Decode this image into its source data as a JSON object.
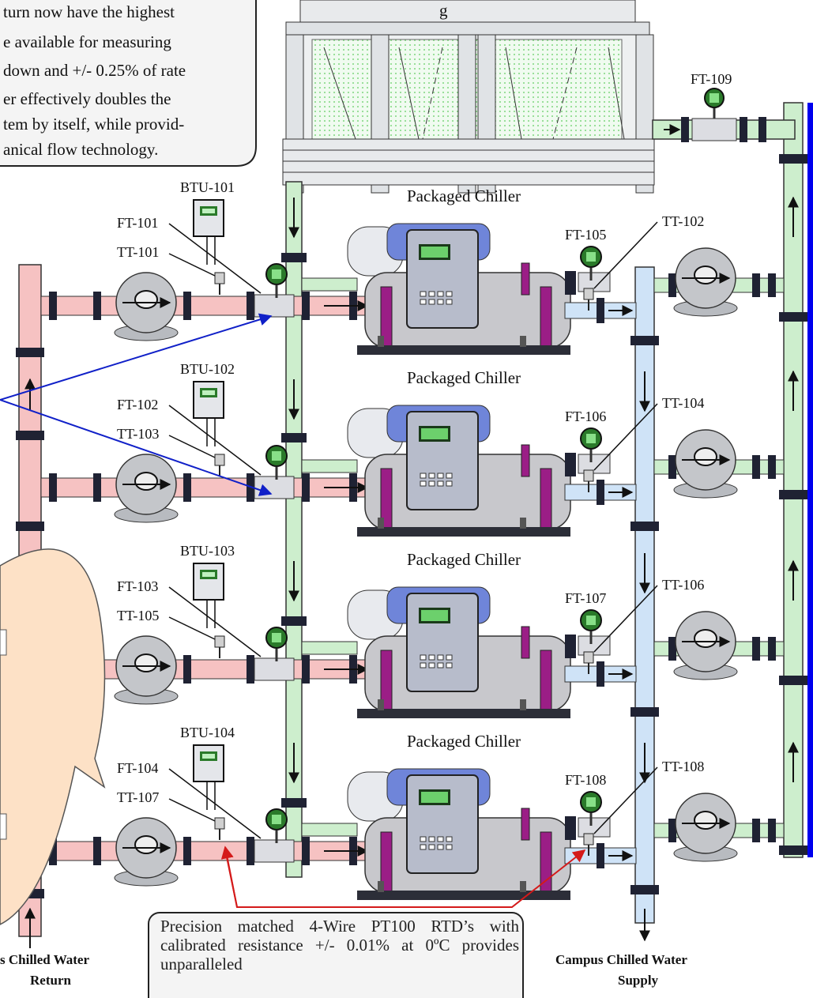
{
  "top_callout": {
    "lines": [
      " turn now have the highest",
      "e available for measuring",
      "down and +/- 0.25% of rate",
      "er effectively doubles the",
      "tem by itself, while provid-",
      "anical flow technology."
    ]
  },
  "bottom_callout": {
    "text": "Precision matched 4-Wire PT100 RTD’s with calibrated resistance +/- 0.01% at 0ºC provides unparalleled"
  },
  "tower_label_fragment": "g",
  "chillers": [
    {
      "label": "Packaged Chiller",
      "btu": "BTU-101",
      "ft_in": "FT-101",
      "tt_in": "TT-101",
      "ft_out": "FT-105",
      "tt_out": "TT-102"
    },
    {
      "label": "Packaged Chiller",
      "btu": "BTU-102",
      "ft_in": "FT-102",
      "tt_in": "TT-103",
      "ft_out": "FT-106",
      "tt_out": "TT-104"
    },
    {
      "label": "Packaged Chiller",
      "btu": "BTU-103",
      "ft_in": "FT-103",
      "tt_in": "TT-105",
      "ft_out": "FT-107",
      "tt_out": "TT-106"
    },
    {
      "label": "Packaged Chiller",
      "btu": "BTU-104",
      "ft_in": "FT-104",
      "tt_in": "TT-107",
      "ft_out": "FT-108",
      "tt_out": "TT-108"
    }
  ],
  "ft_condenser": "FT-109",
  "return_label": {
    "line1": "s Chilled Water",
    "line2": "Return"
  },
  "supply_label": {
    "line1": "Campus Chilled Water",
    "line2": "Supply"
  },
  "colors": {
    "return_pipe": "#f6c2c2",
    "supply_pipe": "#cfe3f7",
    "condenser_pipe": "#cdeecd",
    "flange": "#1f2233",
    "purple_flange": "#9b1e86",
    "chiller_body": "#c8c8cc",
    "panel": "#b7bccb",
    "cooling_tower": "#e8eaec",
    "callout_bg": "#f4f4f4",
    "speech_bubble": "#fde1c6",
    "blue_arrow": "#1020c8",
    "red_arrow": "#d41a1a",
    "right_edge": "#0000ee"
  },
  "icons": [
    "pump-icon",
    "flow-meter-icon",
    "temperature-transmitter-icon",
    "btu-meter-icon",
    "flow-arrow-icon"
  ]
}
